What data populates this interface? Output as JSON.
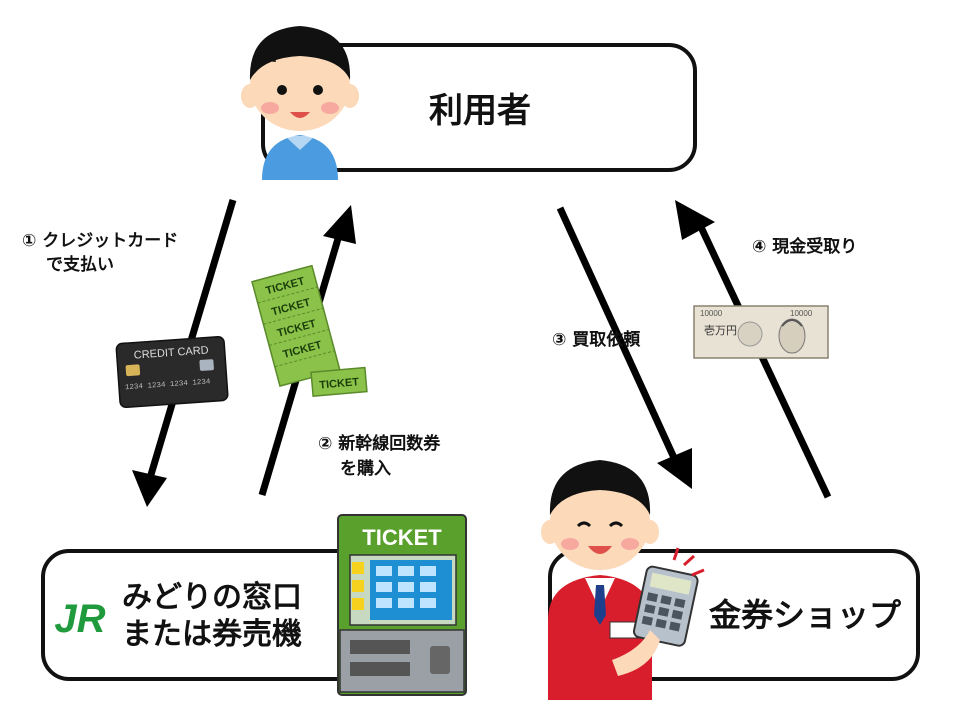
{
  "nodes": {
    "user": {
      "label": "利用者"
    },
    "station": {
      "line1": "みどりの窓口",
      "line2": "または券売機",
      "logo": "JR"
    },
    "shop": {
      "label": "金券ショップ"
    }
  },
  "steps": {
    "s1": {
      "line1": "① クレジットカード",
      "line2": "で支払い"
    },
    "s2": {
      "line1": "② 新幹線回数券",
      "line2": "を購入"
    },
    "s3": {
      "line1": "③ 買取依頼"
    },
    "s4": {
      "line1": "④ 現金受取り"
    }
  },
  "illustrations": {
    "card": {
      "text": "CREDIT CARD",
      "numbers": "1234  1234  1234  1234"
    },
    "tickets": {
      "text": "TICKET"
    },
    "machine": {
      "text": "TICKET"
    },
    "banknote": {
      "denomination": "10000",
      "kanji": "壱万円"
    }
  },
  "colors": {
    "jr_green": "#1f9a3c",
    "ticket_green": "#8bc34a",
    "machine_green": "#5aa02c",
    "shirt_blue": "#4a9be0",
    "vest_red": "#d81e2c"
  }
}
